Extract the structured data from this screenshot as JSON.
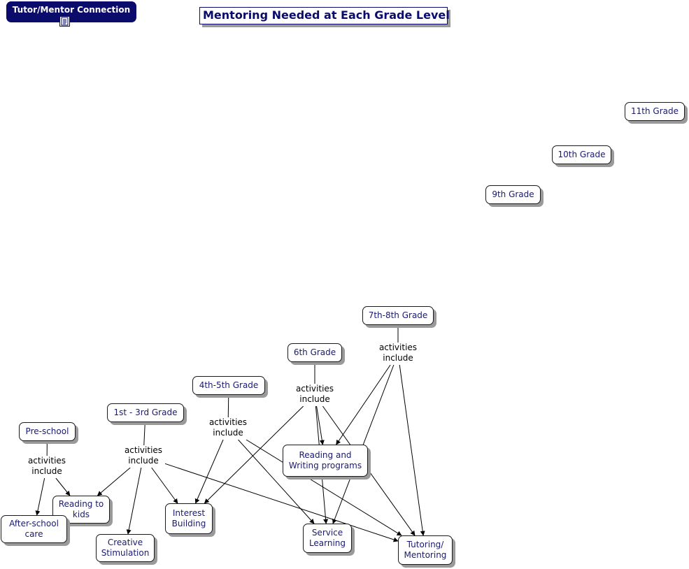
{
  "header": {
    "brand": "Tutor/Mentor Connection",
    "brand_icon": "document-icon",
    "title": "Mentoring Needed at Each Grade Level"
  },
  "grades": {
    "pre_school": "Pre-school",
    "grade_1_3": "1st - 3rd Grade",
    "grade_4_5": "4th-5th Grade",
    "grade_6": "6th Grade",
    "grade_7_8": "7th-8th Grade",
    "grade_9": "9th Grade",
    "grade_10": "10th Grade",
    "grade_11": "11th Grade"
  },
  "links": {
    "pre_school": "activities\ninclude",
    "grade_1_3": "activities\ninclude",
    "grade_4_5": "activities\ninclude",
    "grade_6": "activities\ninclude",
    "grade_7_8": "activities\ninclude"
  },
  "activities": {
    "after_school_care": "After-school\ncare",
    "reading_to_kids": "Reading to\nkids",
    "creative_stimulation": "Creative\nStimulation",
    "interest_building": "Interest\nBuilding",
    "service_learning": "Service\nLearning",
    "reading_writing": "Reading and\nWriting programs",
    "tutoring_mentoring": "Tutoring/\nMentoring"
  },
  "connections": [
    [
      "pre_school",
      "after_school_care"
    ],
    [
      "pre_school",
      "reading_to_kids"
    ],
    [
      "grade_1_3",
      "reading_to_kids"
    ],
    [
      "grade_1_3",
      "creative_stimulation"
    ],
    [
      "grade_1_3",
      "interest_building"
    ],
    [
      "grade_1_3",
      "tutoring_mentoring"
    ],
    [
      "grade_4_5",
      "interest_building"
    ],
    [
      "grade_4_5",
      "service_learning"
    ],
    [
      "grade_4_5",
      "tutoring_mentoring"
    ],
    [
      "grade_6",
      "interest_building"
    ],
    [
      "grade_6",
      "reading_writing"
    ],
    [
      "grade_6",
      "service_learning"
    ],
    [
      "grade_6",
      "tutoring_mentoring"
    ],
    [
      "grade_7_8",
      "reading_writing"
    ],
    [
      "grade_7_8",
      "service_learning"
    ],
    [
      "grade_7_8",
      "tutoring_mentoring"
    ]
  ]
}
